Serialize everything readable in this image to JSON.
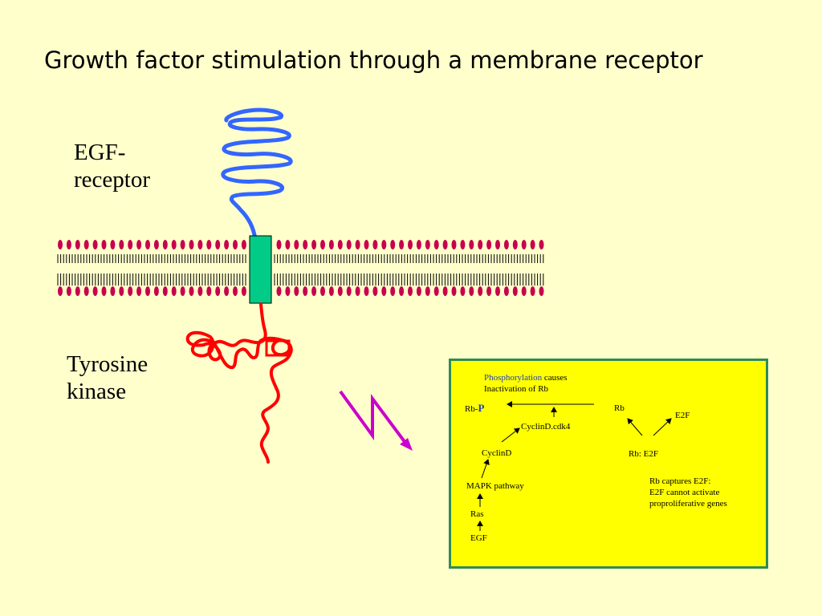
{
  "slide": {
    "title": "Growth factor stimulation through a membrane receptor",
    "egf_label_line1": "EGF-",
    "egf_label_line2": "receptor",
    "tk_label_line1": "Tyrosine",
    "tk_label_line2": "kinase"
  },
  "inset": {
    "phos_word": "Phosphorylation",
    "phos_rest": " causes",
    "phos_line2": "Inactivation of Rb",
    "rbp_prefix": "Rb-",
    "rbp_p": "P",
    "cyclind_cdk4": "CyclinD.cdk4",
    "cyclind": "CyclinD",
    "mapk": "MAPK pathway",
    "ras": "Ras",
    "egf": "EGF",
    "rb": "Rb",
    "e2f": "E2F",
    "rb_e2f": "Rb: E2F",
    "note_line1": "Rb captures E2F:",
    "note_line2": "E2F cannot activate",
    "note_line3": "proproliferative genes"
  },
  "colors": {
    "background": "#FFFFCC",
    "extracellular_domain": "#3366FF",
    "kinase_domain": "#FF0000",
    "transmembrane": "#00CC88",
    "lipid_head": "#C8004E",
    "signal_arrow": "#CC00CC",
    "inset_fill": "#FFFF00",
    "inset_border": "#2E8B57"
  }
}
